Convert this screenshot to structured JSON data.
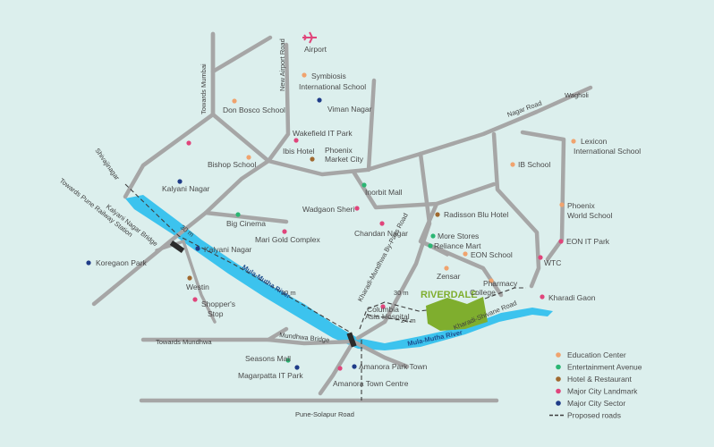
{
  "colors": {
    "background": "#dcefed",
    "road": "#a6a6a6",
    "river": "#3cc3ee",
    "riverdale": "#7fae2e",
    "education": "#f0a36e",
    "entertainment": "#2bb673",
    "hotel": "#a0692f",
    "landmark": "#e0457b",
    "sector": "#1f3c88",
    "airport": "#e0457b"
  },
  "project": {
    "name": "RIVERDALE"
  },
  "roads": {
    "nagar_road": "Nagar Road",
    "wagholi": "Wagholi",
    "towards_mumbai": "Towards Mumbai",
    "new_airport_road": "New Airport Road",
    "shivajinagar": "Shivajinagar",
    "towards_pune_station": "Towards Pune Railway Station",
    "kalyani_nagar_bridge": "Kalyani Nagar Bridge",
    "towards_mundhwa": "Towards Mundhwa",
    "mundhwa_bridge": "Mundhwa Bridge",
    "kharadi_bypass": "Kharadi-Mundhwa By-Pass Road",
    "kharadi_shivane": "Kharadi-Shivane Road",
    "pune_solapur": "Pune-Solapur Road",
    "width_30m_a": "30 m",
    "width_30m_b": "30 m",
    "width_30m_c": "30 m",
    "width_24m": "24 m"
  },
  "rivers": {
    "west": "Mula-Mutha River",
    "east": "Mula-Mutha River"
  },
  "places": {
    "airport": "Airport",
    "symbiosis": "Symbiosis International School",
    "viman_nagar": "Viman Nagar",
    "don_bosco": "Don Bosco School",
    "wakefield": "Wakefield IT Park",
    "ibis": "Ibis Hotel",
    "phoenix_market": "Phoenix Market City",
    "bishop": "Bishop School",
    "kalyani_nagar": "Kalyani Nagar",
    "inorbit": "Inorbit Mall",
    "wadgaon": "Wadgaon Sheri",
    "big_cinema": "Big Cinema",
    "mari_gold": "Mari Gold Complex",
    "chandan": "Chandan Nagar",
    "kalyani_nagar2": "Kalyani Nagar",
    "koregaon": "Koregaon Park",
    "westin": "Westin",
    "shoppers": "Shopper's Stop",
    "radisson": "Radisson Blu Hotel",
    "more_stores": "More Stores",
    "reliance": "Reliance Mart",
    "eon_school": "EON School",
    "zensar": "Zensar",
    "pharmacy": "Pharmacy College",
    "columbia": "Columbia Asia Hospital",
    "kharadi_gaon": "Kharadi Gaon",
    "ib_school": "IB School",
    "lexicon": "Lexicon International School",
    "phoenix_world": "Phoenix World School",
    "eon_it": "EON IT Park",
    "wtc": "WTC",
    "seasons": "Seasons Mall",
    "magarpatta": "Magarpatta IT Park",
    "amanora_park": "Amanora Park Town",
    "amanora_centre": "Amanora Town Centre"
  },
  "legend": [
    {
      "label": "Education Center",
      "color": "#f0a36e",
      "type": "dot"
    },
    {
      "label": "Entertainment Avenue",
      "color": "#2bb673",
      "type": "dot"
    },
    {
      "label": "Hotel & Restaurant",
      "color": "#a0692f",
      "type": "dot"
    },
    {
      "label": "Major City Landmark",
      "color": "#e0457b",
      "type": "dot"
    },
    {
      "label": "Major City Sector",
      "color": "#1f3c88",
      "type": "dot"
    },
    {
      "label": "Proposed roads",
      "color": "#3e3e3e",
      "type": "dash"
    }
  ]
}
